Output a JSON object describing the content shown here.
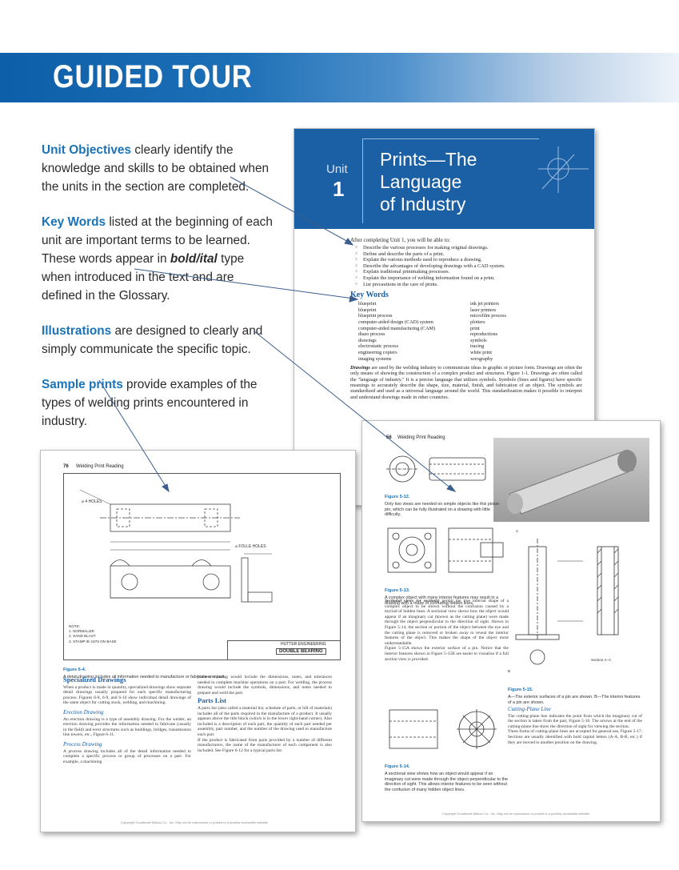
{
  "banner": {
    "title": "GUIDED TOUR"
  },
  "callouts": [
    {
      "highlight": "Unit Objectives",
      "text": " clearly identify the knowledge and skills to be obtained when the units in the section are completed."
    },
    {
      "highlight": "Key Words",
      "text": " listed at the beginning of each unit are important terms to be learned. These words appear in ",
      "bold_italic": "bold/ital",
      "text2": " type when introduced in the text and are defined in the Glossary."
    },
    {
      "highlight": "Illustrations",
      "text": " are designed to clearly and simply communicate the specific topic."
    },
    {
      "highlight": "Sample prints",
      "text": " provide examples of the types of welding prints encountered in industry."
    }
  ],
  "unit_page": {
    "unit_word": "Unit",
    "unit_number": "1",
    "title_lines": [
      "Prints—The",
      "Language",
      "of Industry"
    ],
    "intro": "After completing Unit 1, you will be able to:",
    "objectives": [
      "Describe the various processes for making original drawings.",
      "Define and describe the parts of a print.",
      "Explain the various methods used to reproduce a drawing.",
      "Describe the advantages of developing drawings with a CAD system.",
      "Explain traditional printmaking processes.",
      "Explain the importance of welding information found on a print.",
      "List precautions in the care of prints."
    ],
    "key_words_heading": "Key Words",
    "key_words_left": [
      "blueprint",
      "blueprint",
      "blueprint process",
      "computer-aided design (CAD) system",
      "computer-aided manufacturing (CAM)",
      "diazo process",
      "drawings",
      "electrostatic process",
      "engineering copiers",
      "imaging systems"
    ],
    "key_words_right": [
      "ink jet printers",
      "laser printers",
      "microfilm process",
      "plotters",
      "print",
      "reproductions",
      "symbols",
      "tracing",
      "white print",
      "xerography"
    ],
    "paragraph_lead": "Drawings",
    "paragraph": " are used by the welding industry to communicate ideas in graphic or picture form. Drawings are often the only means of showing the construction of a complex product and structures. Figure 1-1. Drawings are often called the \"language of industry.\" It is a precise language that utilizes symbols. Symbols (lines and figures) have specific meanings to accurately describe the shape, size, material, finish, and fabrication of an object. The symbols are standardized and used as a universal language around the world. This standardization makes it possible to interpret and understand drawings made in other countries."
  },
  "page76": {
    "page_number": "76",
    "running_head": "Welding Print Reading",
    "title_block_company": "HUTTER ENGINEERING",
    "title_block_part": "DOUBLE BEARING",
    "figure_label": "Figure 6-4.",
    "figure_caption": "A detail drawing includes all information needed to manufacture or fabricate one part.",
    "notes": "NOTE:\n1. NORMALIZE\n2. SAND BLAST\n3. STAMP IE-1676 ON BASE",
    "left_heading": "Specialized Drawings",
    "left_p1": "When a product is made in quantity, specialized drawings show separate detail drawings usually prepared for each specific manufacturing process. Figures 6-8, 6-9, and 6-10 show individual detail drawings of the same object for cutting stock, welding, and machining.",
    "erection_heading": "Erection Drawing",
    "erection_p": "An erection drawing is a type of assembly drawing. For the welder, an erection drawing provides the information needed to fabricate (usually in the field) and erect structures such as buildings, bridges, transmission line towers, etc., Figure 6-11.",
    "process_heading": "Process Drawing",
    "process_p": "A process drawing includes all of the detail information needed to complete a specific process or group of processes on a part. For example, a machining",
    "right_p1": "process drawing would include the dimensions, notes, and tolerances needed to complete machine operations on a part. For welding, the process drawing would include the symbols, dimensions, and notes needed to prepare and weld the part.",
    "parts_heading": "Parts List",
    "parts_p1": "A parts list (also called a material list, schedule of parts, or bill of materials) includes all of the parts required in the manufacture of a product. It usually appears above the title block (which is in the lower right-hand corner). Also included is a description of each part, the quantity of each part needed per assembly, part number, and the number of the drawing used to manufacture each part.",
    "parts_p2": "If the product is fabricated from parts provided by a number of different manufacturers, the name of the manufacturer of each component is also included. See Figure 6-12 for a typical parts list.",
    "copyright": "Copyright Goodheart-Willcox Co., Inc. May not be reproduced or posted to a publicly accessible website."
  },
  "page56": {
    "page_number": "56",
    "running_head": "Welding Print Reading",
    "fig12_label": "Figure 5-12.",
    "fig12_caption": "Only two views are needed on simple objects like this piston pin, which can be fully illustrated on a drawing with little difficulty.",
    "fig13_label": "Figure 5-13.",
    "fig13_caption": "A complex object with many interior features may result in a drawing with a maze of confusing hidden lines.",
    "body_lead": "Sectional views (or sections)",
    "body_p1": " permit the true internal shape of a complex object to be shown without the confusion caused by a myriad of hidden lines. A sectional view shows how the object would appear if an imaginary cut (known as the cutting plane) were made through the object perpendicular to the direction of sight. Shown in Figure 5-14, the section or portion of the object between the eye and the cutting plane is removed or broken away to reveal the interior features of the object. This makes the shape of the object more understandable.",
    "body_p2": "Figure 5-15A shows the exterior surface of a pin. Notice that the interior features shown in Figure 5-15B are easier to visualize if a full section view is provided.",
    "fig14_label": "Figure 5-14.",
    "fig14_caption": "A sectional view shows how an object would appear if an imaginary cut were made through the object perpendicular to the direction of sight. This allows interior features to be seen without the confusion of many hidden object lines.",
    "fig15_label": "Figure 5-15.",
    "fig15_caption": "A—The exterior surfaces of a pin are shown. B—The interior features of a pin are shown.",
    "section_label": "Section A–A",
    "view_a": "A",
    "view_b": "B",
    "cutting_heading": "Cutting-Plane Line",
    "cutting_p1": "The cutting-plane line indicates the point from which the imaginary cut of the section is taken from the part, Figure 5-16. The arrows at the end of the cutting-plane line show the direction of sight for viewing the section.",
    "cutting_p2": "Three forms of cutting-plane lines are accepted for general use, Figure 5-17. Sections are usually identified with bold capital letters (A-A, B-B, etc.) if they are moved to another position on the drawing.",
    "copyright": "Copyright Goodheart-Willcox Co., Inc. May not be reproduced or posted to a publicly accessible website."
  }
}
